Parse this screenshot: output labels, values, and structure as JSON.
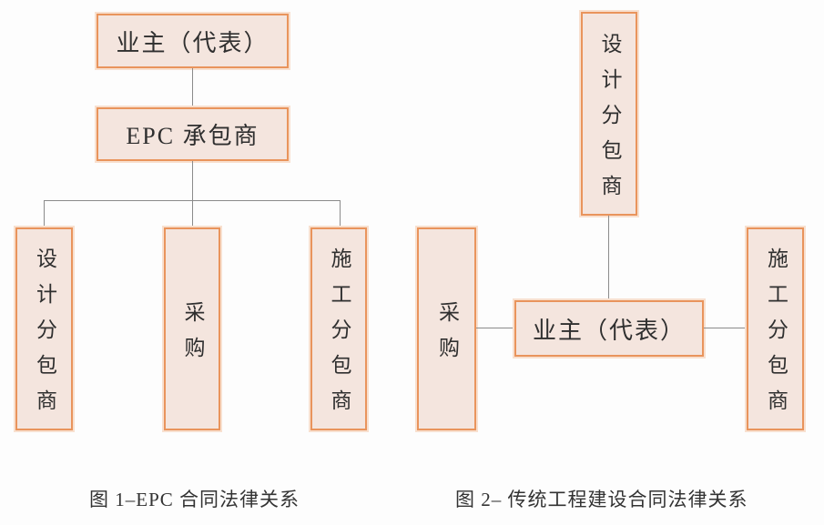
{
  "page": {
    "background_color": "#fdfdfd",
    "box_fill_color": "#f4e5de",
    "box_border_color": "#e9945c",
    "box_halo_color": "#f8e0cf",
    "connector_color": "#8b8b8b",
    "text_color": "#2f2f2f"
  },
  "figure1": {
    "caption": "图 1–EPC 合同法律关系",
    "nodes": {
      "owner": "业主（代表）",
      "epc_contractor": "EPC 承包商",
      "design_subcontractor": "设计分包商",
      "procurement": "采购",
      "construction_subcontractor": "施工分包商"
    }
  },
  "figure2": {
    "caption": "图 2– 传统工程建设合同法律关系",
    "nodes": {
      "design_subcontractor": "设计分包商",
      "owner": "业主（代表）",
      "procurement": "采购",
      "construction_subcontractor": "施工分包商"
    }
  }
}
